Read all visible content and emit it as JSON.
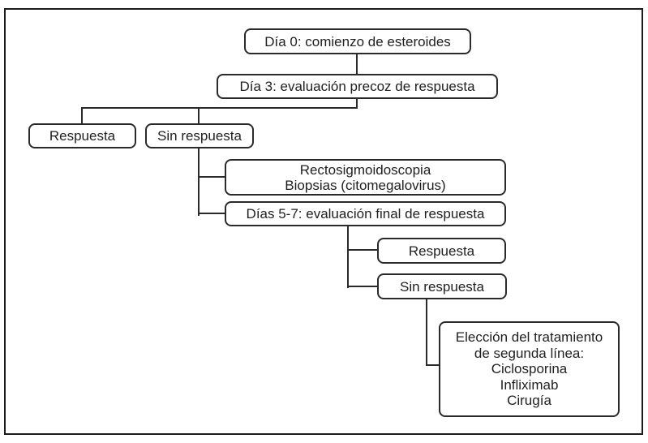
{
  "colors": {
    "background": "#ffffff",
    "frame_border": "#1c1c1c",
    "node_border": "#2a2a2a",
    "text": "#1f1f1f"
  },
  "nodes": {
    "day0": {
      "label": "Día 0: comienzo de esteroides"
    },
    "day3": {
      "label": "Día 3: evaluación precoz de respuesta"
    },
    "response_early": {
      "label": "Respuesta"
    },
    "no_response_early": {
      "label": "Sin respuesta"
    },
    "rectosigmoidoscopy": {
      "line1": "Rectosigmoidoscopia",
      "line2": "Biopsias (citomegalovirus)"
    },
    "day5_7": {
      "label": "Días 5-7: evaluación final de respuesta"
    },
    "response_final": {
      "label": "Respuesta"
    },
    "no_response_final": {
      "label": "Sin respuesta"
    },
    "second_line_treatment": {
      "line1": "Elección del tratamiento",
      "line2": "de segunda línea:",
      "option1": "Ciclosporina",
      "option2": "Infliximab",
      "option3": "Cirugía"
    }
  },
  "edges": [
    {
      "from": "day0",
      "to": "day3"
    },
    {
      "from": "day3",
      "to": "response_early"
    },
    {
      "from": "day3",
      "to": "no_response_early"
    },
    {
      "from": "no_response_early",
      "to": "rectosigmoidoscopy"
    },
    {
      "from": "no_response_early",
      "to": "day5_7"
    },
    {
      "from": "day5_7",
      "to": "response_final"
    },
    {
      "from": "day5_7",
      "to": "no_response_final"
    },
    {
      "from": "no_response_final",
      "to": "second_line_treatment"
    }
  ]
}
